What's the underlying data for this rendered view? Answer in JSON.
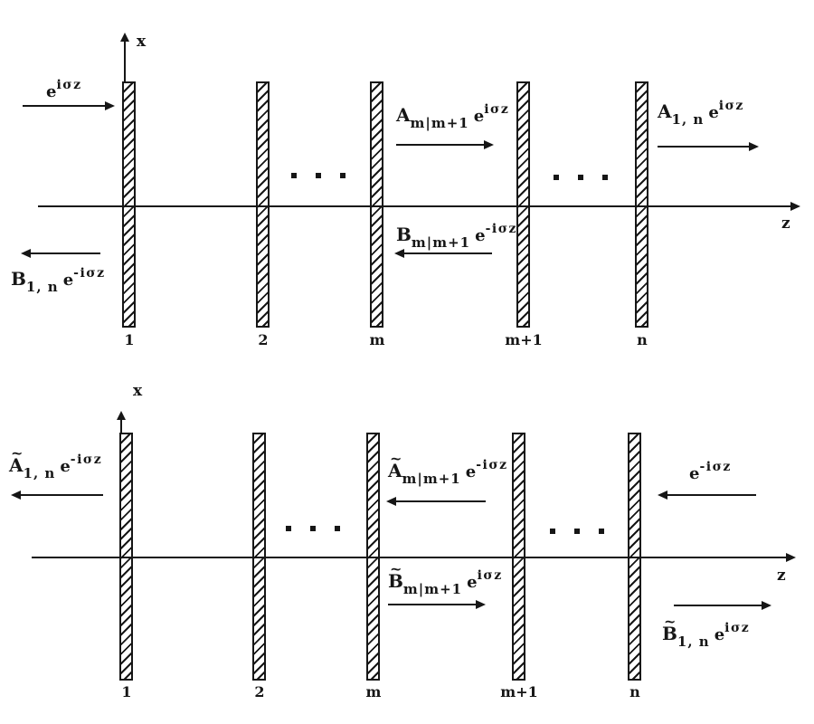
{
  "figure": {
    "colors": {
      "ink": "#161616",
      "background": "#ffffff"
    },
    "panels": {
      "top": {
        "axis": {
          "x": "x",
          "z": "z"
        },
        "barrier_labels": [
          "1",
          "2",
          "m",
          "m+1",
          "n"
        ],
        "waves": {
          "incident": {
            "base": "e",
            "sup": "iσz"
          },
          "a_mid": {
            "main": "A",
            "sub": "m|m+1",
            "base": "e",
            "sup": "iσz"
          },
          "b_mid": {
            "main": "B",
            "sub": "m|m+1",
            "base": "e",
            "sup": "-iσz"
          },
          "a_out": {
            "main": "A",
            "sub": "1, n",
            "base": "e",
            "sup": "iσz"
          },
          "b_out": {
            "main": "B",
            "sub": "1, n",
            "base": "e",
            "sup": "-iσz"
          }
        }
      },
      "bottom": {
        "axis": {
          "x": "x",
          "z": "z"
        },
        "barrier_labels": [
          "1",
          "2",
          "m",
          "m+1",
          "n"
        ],
        "waves": {
          "a_out": {
            "tilde": "~",
            "main": "A",
            "sub": "1, n",
            "base": "e",
            "sup": "-iσz"
          },
          "a_mid": {
            "tilde": "~",
            "main": "A",
            "sub": "m|m+1",
            "base": "e",
            "sup": "-iσz"
          },
          "incident": {
            "base": "e",
            "sup": "-iσz"
          },
          "b_mid": {
            "tilde": "~",
            "main": "B",
            "sub": "m|m+1",
            "base": "e",
            "sup": "iσz"
          },
          "b_out": {
            "tilde": "~",
            "main": "B",
            "sub": "1, n",
            "base": "e",
            "sup": "iσz"
          }
        }
      }
    }
  }
}
